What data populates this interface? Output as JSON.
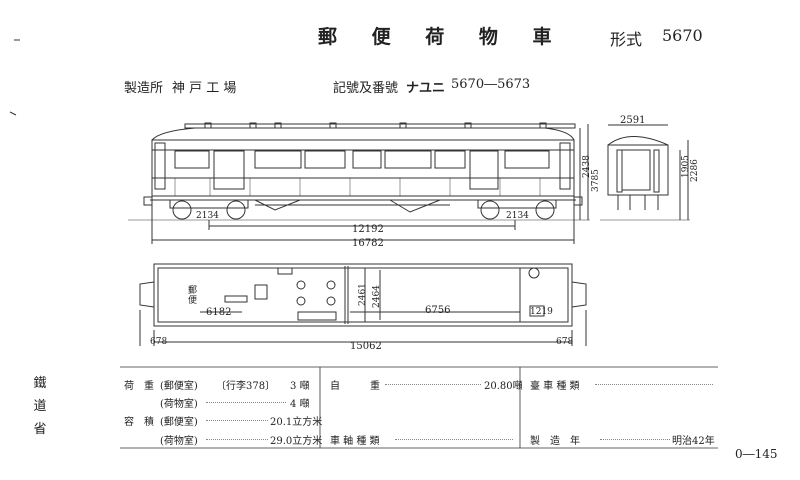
{
  "header": {
    "title": "郵 便 荷 物 車",
    "type_label": "形式",
    "type_number": "5670"
  },
  "subheader": {
    "maker_label": "製造所",
    "maker_value": "神 戸 工 場",
    "mark_label": "記號及番號",
    "mark_code": "ナユニ",
    "mark_range": "5670―5673"
  },
  "dimensions": {
    "d2591": "2591",
    "d2438": "2438",
    "d3785": "3785",
    "d1905": "1905",
    "d2286": "2286",
    "d2134a": "2134",
    "d2134b": "2134",
    "d12192": "12192",
    "d16782": "16782",
    "d6182": "6182",
    "d6756": "6756",
    "d2461": "2461",
    "d2464": "2464",
    "d15062": "15062",
    "d1219": "1219",
    "d678a": "678",
    "d678b": "678",
    "room_label": "郵便"
  },
  "specs": {
    "row1_label": "荷　重",
    "row1_paren": "(郵便室)",
    "row1_note": "〔行李378〕",
    "row1_value": "3 噸",
    "row2_paren": "(荷物室)",
    "row2_value": "4 噸",
    "row3_label": "容　積",
    "row3_paren": "(郵便室)",
    "row3_value": "20.1立方米",
    "row4_paren": "(荷物室)",
    "row4_value": "29.0立方米",
    "self_weight_label": "自　　　重",
    "self_weight_value": "20.80噸",
    "axle_label": "車 軸 種 類",
    "bogie_label": "臺 車 種 類",
    "build_label": "製　造　年",
    "build_value": "明治42年"
  },
  "sidebar": {
    "text": "鐵道省"
  },
  "footer": {
    "page": "0―145"
  }
}
